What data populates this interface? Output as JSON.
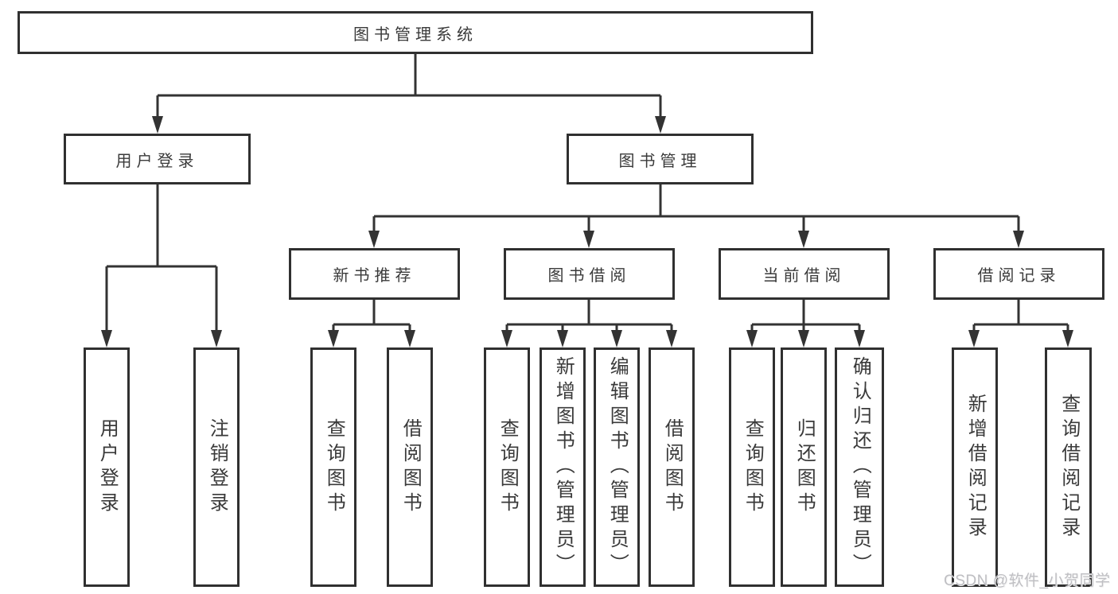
{
  "colors": {
    "line": "#333333",
    "box_border": "#303030",
    "text": "#3a3a3a",
    "watermark_text": "#bfbfc3",
    "background": "#ffffff"
  },
  "nodes": {
    "root": "图书管理系统",
    "level2": {
      "user_login": "用户登录",
      "book_management": "图书管理"
    },
    "level3": {
      "new_book_recommend": "新书推荐",
      "book_borrow": "图书借阅",
      "current_borrow": "当前借阅",
      "borrow_record": "借阅记录"
    },
    "leaves": {
      "user_login": [
        "用户登录",
        "注销登录"
      ],
      "new_book_recommend": [
        "查询图书",
        "借阅图书"
      ],
      "book_borrow": [
        "查询图书",
        "新增图书（管理员）",
        "编辑图书（管理员）",
        "借阅图书"
      ],
      "current_borrow": [
        "查询图书",
        "归还图书",
        "确认归还（管理员）"
      ],
      "borrow_record": [
        "新增借阅记录",
        "查询借阅记录"
      ]
    }
  },
  "watermark": {
    "text": "CSDN @软件_小贺同学"
  }
}
